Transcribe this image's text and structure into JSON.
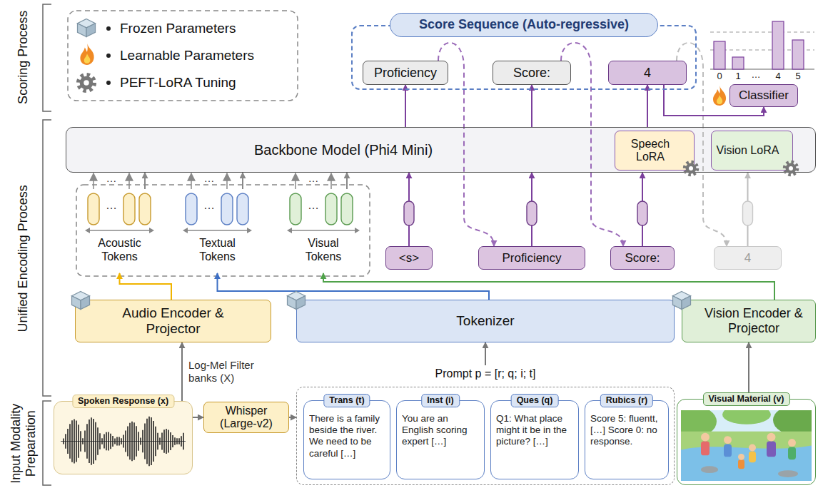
{
  "diagram": {
    "nodes": [
      {
        "text": [
          "Score Sequence (Auto-regressive)"
        ]
      },
      {
        "text": [
          "Proficiency"
        ],
        "in": 0
      },
      {
        "text": [
          "Score:"
        ],
        "in": 0
      },
      {
        "text": [
          "4"
        ],
        "in": 0
      },
      {
        "text": [
          "Classifier"
        ]
      },
      {
        "text": [
          "Backbone Model (Phi4 Mini)"
        ]
      },
      {
        "text": [
          "Speech LoRA"
        ],
        "in": 5
      },
      {
        "text": [
          "Vision LoRA"
        ],
        "in": 5
      },
      {
        "text": [
          "Acoustic Tokens"
        ]
      },
      {
        "text": [
          "Textual Tokens"
        ]
      },
      {
        "text": [
          "Visual Tokens"
        ]
      },
      {
        "text": [
          "<s>"
        ]
      },
      {
        "text": [
          "Proficiency"
        ]
      },
      {
        "text": [
          "Score:"
        ]
      },
      {
        "text": [
          "4"
        ]
      },
      {
        "text": [
          "Audio Encoder & Projector"
        ]
      },
      {
        "text": [
          "Tokenizer"
        ]
      },
      {
        "text": [
          "Vision Encoder & Projector"
        ]
      },
      {
        "text": [
          "Spoken Response (x)"
        ]
      },
      {
        "text": [
          "Whisper (Large-v2)"
        ]
      },
      {
        "text": [
          "Prompt p = [r; q; i; t]"
        ]
      },
      {
        "text": [
          "Trans (t)",
          "There is a family beside the river. We need to be careful […]"
        ],
        "in": 20
      },
      {
        "text": [
          "Inst (i)",
          "You are an English scoring expert […]"
        ],
        "in": 20
      },
      {
        "text": [
          "Ques (q)",
          "Q1: What place might it be in the picture? […]"
        ],
        "in": 20
      },
      {
        "text": [
          "Rubics (r)",
          "Score 5: fluentt, […] Score 0: no response."
        ],
        "in": 20
      },
      {
        "text": [
          "Visual Material (v)"
        ]
      }
    ],
    "edges": [
      {
        "from": 18,
        "to": 15,
        "arrow": "to",
        "label": "Log-Mel Filter banks (X)"
      },
      {
        "from": 18,
        "to": 19,
        "arrow": "to"
      },
      {
        "from": 19,
        "to": 20,
        "arrow": "to"
      },
      {
        "from": 20,
        "to": 16,
        "arrow": "to"
      },
      {
        "from": 25,
        "to": 17,
        "arrow": "to"
      },
      {
        "from": 15,
        "to": 8,
        "arrow": "to"
      },
      {
        "from": 16,
        "to": 9,
        "arrow": "to"
      },
      {
        "from": 17,
        "to": 10,
        "arrow": "to"
      },
      {
        "from": 8,
        "to": 5,
        "arrow": "to"
      },
      {
        "from": 9,
        "to": 5,
        "arrow": "to"
      },
      {
        "from": 10,
        "to": 5,
        "arrow": "to"
      },
      {
        "from": 11,
        "to": 5,
        "arrow": "to"
      },
      {
        "from": 12,
        "to": 5,
        "arrow": "to"
      },
      {
        "from": 13,
        "to": 5,
        "arrow": "to"
      },
      {
        "from": 14,
        "to": 5,
        "arrow": "to"
      },
      {
        "from": 5,
        "to": 1,
        "arrow": "to"
      },
      {
        "from": 5,
        "to": 2,
        "arrow": "to"
      },
      {
        "from": 5,
        "to": 3,
        "arrow": "to"
      },
      {
        "from": 1,
        "to": 12,
        "arrow": "to"
      },
      {
        "from": 2,
        "to": 13,
        "arrow": "to"
      },
      {
        "from": 3,
        "to": 14,
        "arrow": "to"
      },
      {
        "from": 3,
        "to": 4,
        "arrow": "to"
      }
    ],
    "labels": [
      "Scoring Process",
      "Unified Encoding Process",
      "Input Modality Preparation",
      "…",
      "…",
      "…",
      "…",
      "…",
      "…",
      "0",
      "1",
      "…",
      "4",
      "5"
    ],
    "legend": [
      {
        "text": "Frozen Parameters"
      },
      {
        "text": "Learnable Parameters"
      },
      {
        "text": "PEFT-LoRA Tuning"
      }
    ]
  }
}
